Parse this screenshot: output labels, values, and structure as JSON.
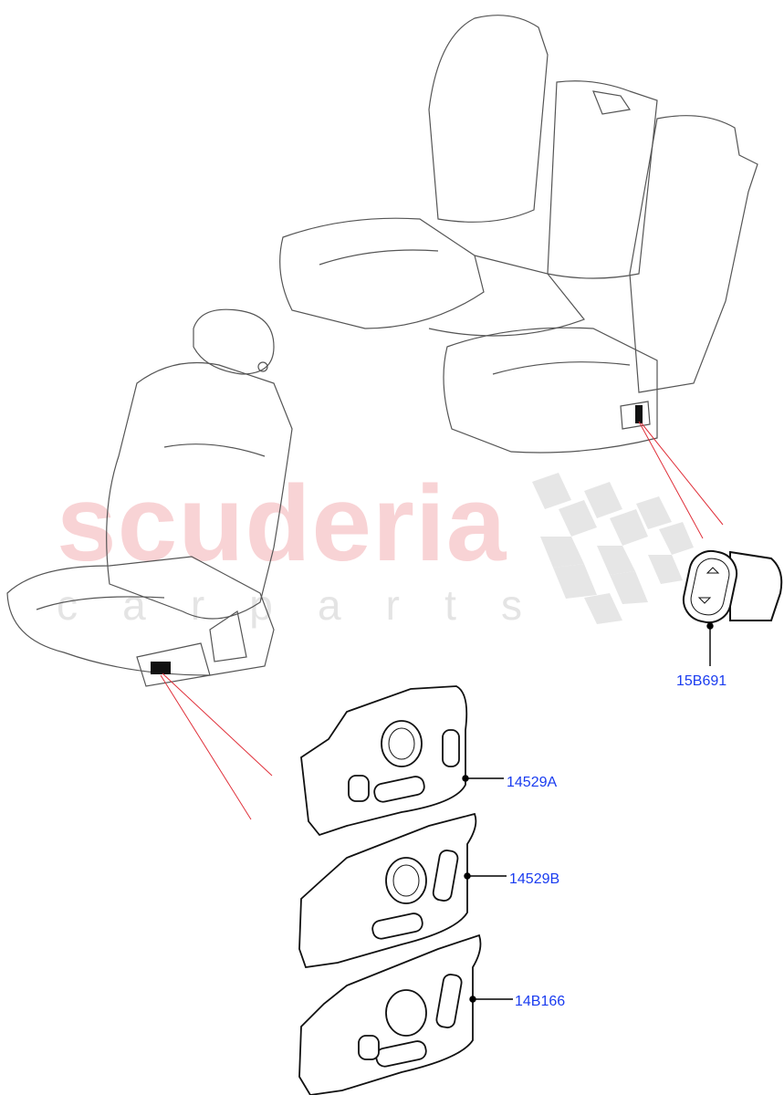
{
  "diagram": {
    "type": "parts-exploded-view",
    "subject": "Seat switches (front seat and rear seat controls)"
  },
  "watermark": {
    "brand": "scuderia",
    "tagline_letters": [
      "c",
      "a",
      "r",
      "p",
      "a",
      "r",
      "t",
      "s"
    ],
    "brand_color": "#f8d3d5",
    "tagline_color": "#e4e4e4",
    "checker_color": "#e6e6e6"
  },
  "callouts": [
    {
      "id": "15B691",
      "label": "15B691"
    },
    {
      "id": "14529A",
      "label": "14529A"
    },
    {
      "id": "14529B",
      "label": "14529B"
    },
    {
      "id": "14B166",
      "label": "14B166"
    }
  ],
  "colors": {
    "callout_text": "#1a3cf0",
    "leader_line": "#000000",
    "pointer_line": "#e0303a",
    "outline_light": "#555555"
  }
}
